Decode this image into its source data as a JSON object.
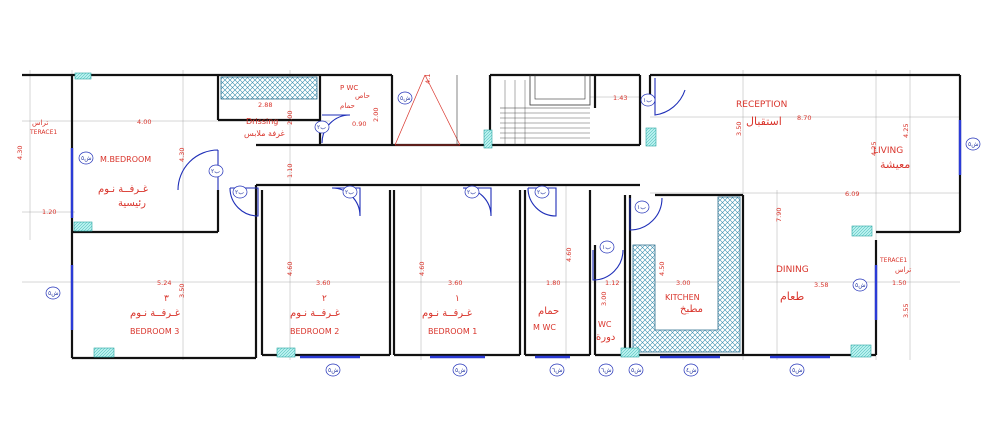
{
  "plan": {
    "rooms": {
      "mbed_en": "M.BEDROOM",
      "mbed_ar1": "غـرفــة نـوم",
      "mbed_ar2": "رئيسية",
      "dress_en": "Drissing",
      "dress_ar": "غرفة ملابس",
      "pwc_en": "P WC",
      "pwc_ar1": "حاص",
      "pwc_ar2": "حمام",
      "terace_l_ar": "تراس",
      "terace_l_en": "TERACE1",
      "reception_en": "RECEPTION",
      "reception_ar": "استقبال",
      "living_en": "LIVING",
      "living_ar": "معيشة",
      "bed3_num": "٣",
      "bed3_ar": "غـرفــة نـوم",
      "bed3_en": "BEDROOM 3",
      "bed2_num": "٢",
      "bed2_ar": "غـرفــة نـوم",
      "bed2_en": "BEDROOM 2",
      "bed1_num": "١",
      "bed1_ar": "غـرفــة نـوم",
      "bed1_en": "BEDROOM 1",
      "mwc_ar": "حمام",
      "mwc_en": "M WC",
      "wc_en": "WC",
      "wc_ar": "دورة",
      "kitchen_en": "KITCHEN",
      "kitchen_ar": "مطبخ",
      "dining_en": "DINING",
      "dining_ar": "طعام",
      "terace_r_en": "TERACE1",
      "terace_r_ar": "تراس"
    },
    "dimensions": {
      "d_4_00": "4.00",
      "d_4_30a": "4.30",
      "d_4_30b": "4.30",
      "d_1_20": "1.20",
      "d_2_88": "2.88",
      "d_2_00a": "2.00",
      "d_2_00b": "2.00",
      "d_0_90": "0.90",
      "d_1_10": "1.10",
      "d_4_1": "4.1",
      "d_1_43": "1.43",
      "d_8_70": "8.70",
      "d_3_50a": "3.50",
      "d_4_25a": "4.25",
      "d_4_25b": "4.25",
      "d_6_09": "6.09",
      "d_7_90": "7.90",
      "d_5_24": "5.24",
      "d_3_50b": "3.50",
      "d_4_60a": "4.60",
      "d_3_60a": "3.60",
      "d_4_60b": "4.60",
      "d_3_60b": "3.60",
      "d_1_80": "1.80",
      "d_4_60c": "4.60",
      "d_1_12": "1.12",
      "d_3_00a": "3.00",
      "d_4_50": "4.50",
      "d_3_00b": "3.00",
      "d_3_58": "3.58",
      "d_1_50": "1.50",
      "d_3_55": "3.55"
    },
    "tags": {
      "door_tag": "ب٢",
      "door_tag_b1": "ب١",
      "window_tag": "ش٥",
      "window_tag_6": "ش٦",
      "window_tag_4": "ش٤"
    },
    "colors": {
      "label": "#d9342b",
      "wall": "#111111",
      "door": "#1f2fb8",
      "hatch_blue": "#7ec8d8",
      "cyan_fill": "#9fe7e4"
    }
  }
}
